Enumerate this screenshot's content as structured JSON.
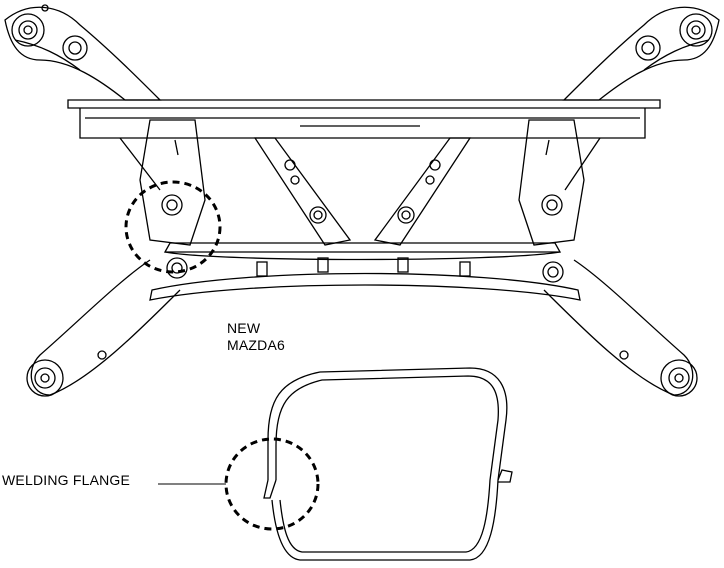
{
  "labels": {
    "model_line1": "NEW",
    "model_line2": "MAZDA6",
    "welding_flange": "WELDING FLANGE"
  },
  "colors": {
    "line": "#000000",
    "background": "#ffffff"
  }
}
